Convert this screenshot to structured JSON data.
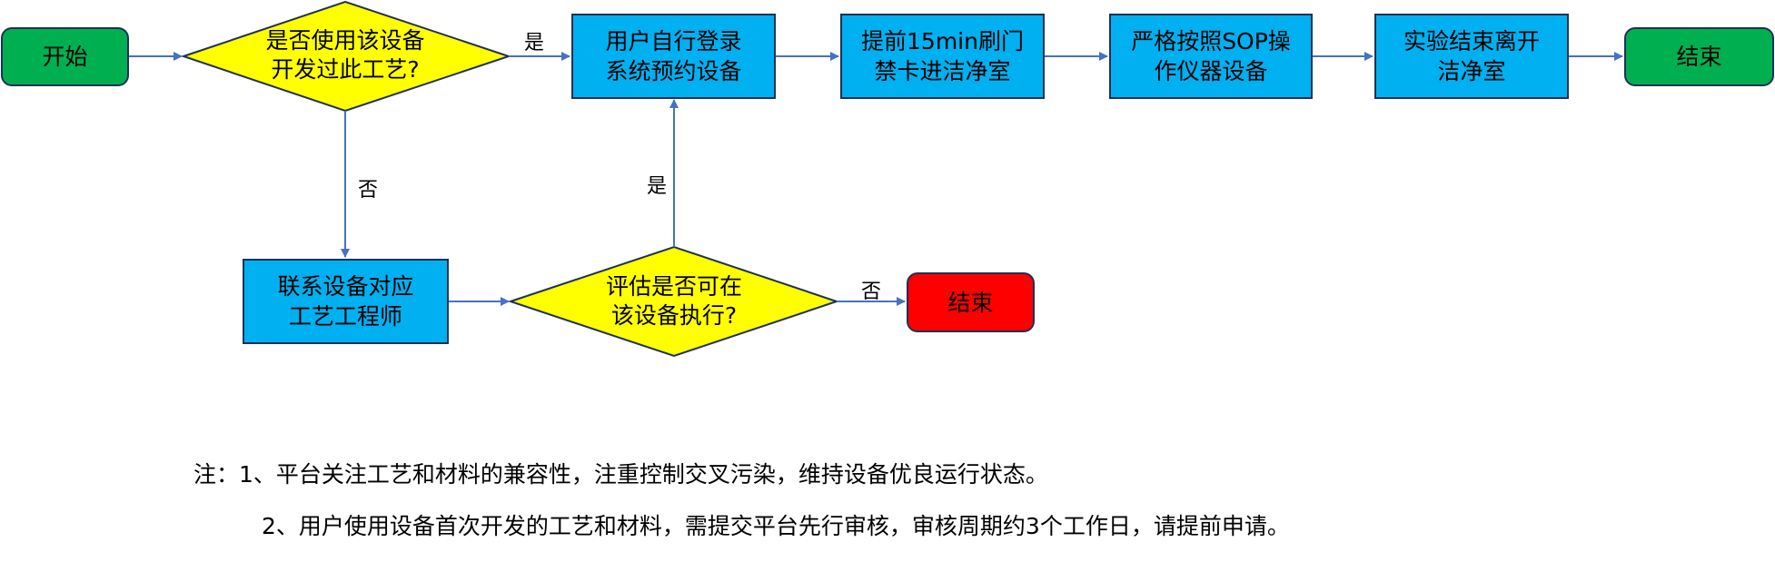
{
  "flowchart": {
    "start": {
      "label": "开始",
      "color": "#00b050"
    },
    "decision1": {
      "lines": [
        "是否使用该设备",
        "开发过此工艺?"
      ],
      "color": "#ffff00"
    },
    "yes1_label": "是",
    "no1_label": "否",
    "steps": [
      {
        "lines": [
          "用户自行登录",
          "系统预约设备"
        ]
      },
      {
        "lines": [
          "提前15min刷门",
          "禁卡进洁净室"
        ]
      },
      {
        "lines": [
          "严格按照SOP操",
          "作仪器设备"
        ]
      },
      {
        "lines": [
          "实验结束离开",
          "洁净室"
        ]
      }
    ],
    "end_ok": {
      "label": "结束",
      "color": "#00b050"
    },
    "contact": {
      "lines": [
        "联系设备对应",
        "工艺工程师"
      ]
    },
    "decision2": {
      "lines": [
        "评估是否可在",
        "该设备执行?"
      ],
      "color": "#ffff00"
    },
    "yes2_label": "是",
    "no2_label": "否",
    "end_fail": {
      "label": "结束",
      "color": "#ff0000"
    },
    "process_color": "#00b0f0",
    "arrow_color": "#4472c4"
  },
  "notes": {
    "prefix": "注：",
    "items": [
      "1、平台关注工艺和材料的兼容性，注重控制交叉污染，维持设备优良运行状态。",
      "2、用户使用设备首次开发的工艺和材料，需提交平台先行审核，审核周期约3个工作日，请提前申请。"
    ]
  }
}
